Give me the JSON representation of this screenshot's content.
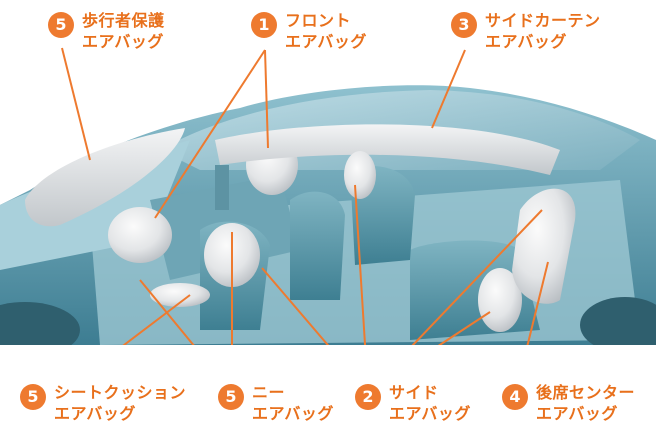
{
  "accent_color": "#ee7a2f",
  "labels": [
    {
      "key": "pedestrian",
      "number": "5",
      "line1": "歩行者保護",
      "line2": "エアバッグ"
    },
    {
      "key": "front",
      "number": "1",
      "line1": "フロント",
      "line2": "エアバッグ"
    },
    {
      "key": "side-curtain",
      "number": "3",
      "line1": "サイドカーテン",
      "line2": "エアバッグ"
    },
    {
      "key": "seat-cushion",
      "number": "5",
      "line1": "シートクッション",
      "line2": "エアバッグ"
    },
    {
      "key": "knee",
      "number": "5",
      "line1": "ニー",
      "line2": "エアバッグ"
    },
    {
      "key": "side",
      "number": "2",
      "line1": "サイド",
      "line2": "エアバッグ"
    },
    {
      "key": "rear-center",
      "number": "4",
      "line1": "後席センター",
      "line2": "エアバッグ"
    }
  ]
}
